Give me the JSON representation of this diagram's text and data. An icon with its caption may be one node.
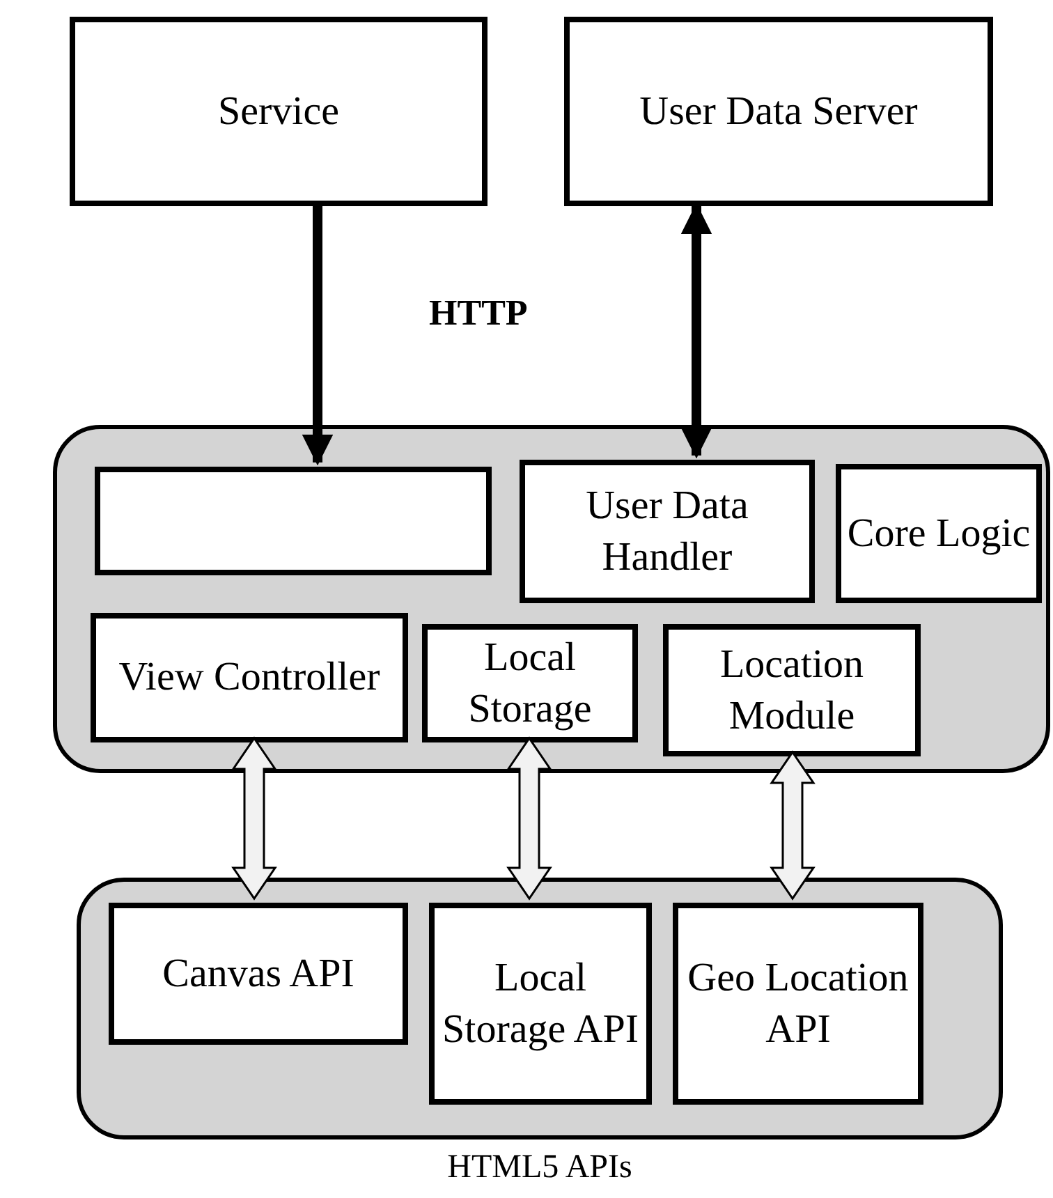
{
  "diagram": {
    "nodes": [
      {
        "text": [
          "Service"
        ]
      },
      {
        "text": [
          "User Data Server"
        ]
      },
      {
        "text": [],
        "shape": "box"
      },
      {
        "text": [],
        "shape": "box",
        "in": 2
      },
      {
        "text": [
          "User Data Handler"
        ],
        "in": 2
      },
      {
        "text": [
          "Core Logic"
        ],
        "in": 2
      },
      {
        "text": [
          "View Controller"
        ],
        "in": 2
      },
      {
        "text": [
          "Local Storage"
        ],
        "in": 2
      },
      {
        "text": [
          "Location Module"
        ],
        "in": 2
      },
      {
        "text": [
          "HTML5 APIs"
        ]
      },
      {
        "text": [
          "Canvas API"
        ],
        "in": 9
      },
      {
        "text": [
          "Local Storage API"
        ],
        "in": 9
      },
      {
        "text": [
          "Geo Location API"
        ],
        "in": 9
      }
    ],
    "edges": [
      {
        "from": 0,
        "to": 3,
        "arrow": "to"
      },
      {
        "from": 4,
        "to": 1,
        "arrow": "both"
      },
      {
        "from": 6,
        "to": 10,
        "arrow": "both",
        "style": "thick"
      },
      {
        "from": 7,
        "to": 11,
        "arrow": "both",
        "style": "thick"
      },
      {
        "from": 8,
        "to": 12,
        "arrow": "both",
        "style": "thick"
      }
    ],
    "labels": [
      "HTTP"
    ]
  }
}
